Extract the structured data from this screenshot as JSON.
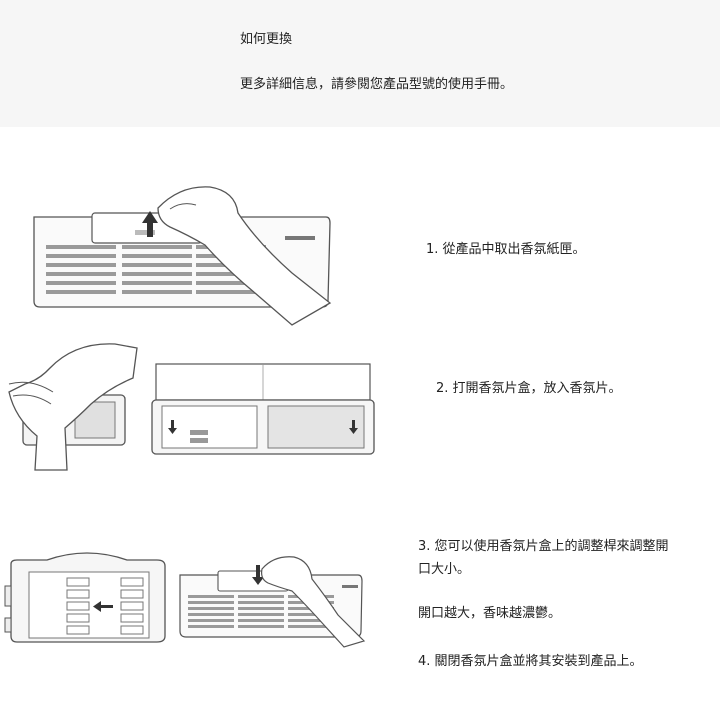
{
  "header": {
    "title": "如何更換",
    "note": "更多詳細信息，請參閱您產品型號的使用手冊。"
  },
  "steps": {
    "s1": "1. 從產品中取出香氛紙匣。",
    "s2": "2. 打開香氛片盒，放入香氛片。",
    "s3_line1": "3. 您可以使用香氛片盒上的調整桿來調整開",
    "s3_line2": "口大小。",
    "s3_note": "開口越大，香味越濃鬱。",
    "s4": "4. 關閉香氛片盒並將其安裝到產品上。"
  },
  "icons": [
    "arrow-up-icon",
    "arrow-down-icon",
    "arrow-left-icon",
    "hand-icon"
  ],
  "colors": {
    "header_bg": "#f6f6f6",
    "stroke": "#555555",
    "slot": "#9a9a9a"
  }
}
